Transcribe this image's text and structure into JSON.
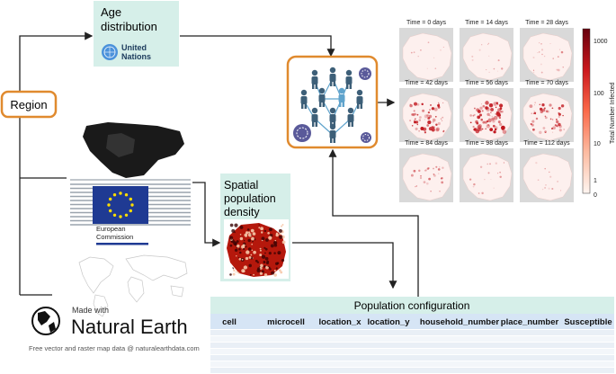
{
  "region": {
    "label": "Region"
  },
  "age": {
    "title_line1": "Age",
    "title_line2": "distribution",
    "org_line1": "United",
    "org_line2": "Nations"
  },
  "ec": {
    "line1": "European",
    "line2": "Commission"
  },
  "natural_earth": {
    "made_with": "Made with",
    "brand": "Natural Earth",
    "tagline": "Free vector and raster map data @ naturalearthdata.com"
  },
  "spatial": {
    "line1": "Spatial",
    "line2": "population",
    "line3": "density"
  },
  "config": {
    "title": "Population configuration",
    "columns": [
      "cell",
      "microcell",
      "location_x",
      "location_y",
      "household_number",
      "place_number",
      "Susceptible"
    ]
  },
  "maps": {
    "labels": [
      "Time = 0 days",
      "Time = 14 days",
      "Time = 28 days",
      "Time = 42 days",
      "Time = 56 days",
      "Time = 70 days",
      "Time = 84 days",
      "Time = 98 days",
      "Time = 112 days"
    ],
    "intensity": [
      0.05,
      0.1,
      0.2,
      0.75,
      0.95,
      0.6,
      0.3,
      0.15,
      0.08
    ]
  },
  "colorbar": {
    "label": "Total Number Infected",
    "ticks": [
      "1000",
      "100",
      "10",
      "1",
      "0"
    ]
  },
  "colors": {
    "teal_box": "#d6efe9",
    "orange_border": "#e08a2e",
    "arrow": "#222222",
    "person": "#3d5f78",
    "person_center": "#5fa3cc",
    "virus": "#5a5a9a",
    "infected": "#c0141b"
  }
}
